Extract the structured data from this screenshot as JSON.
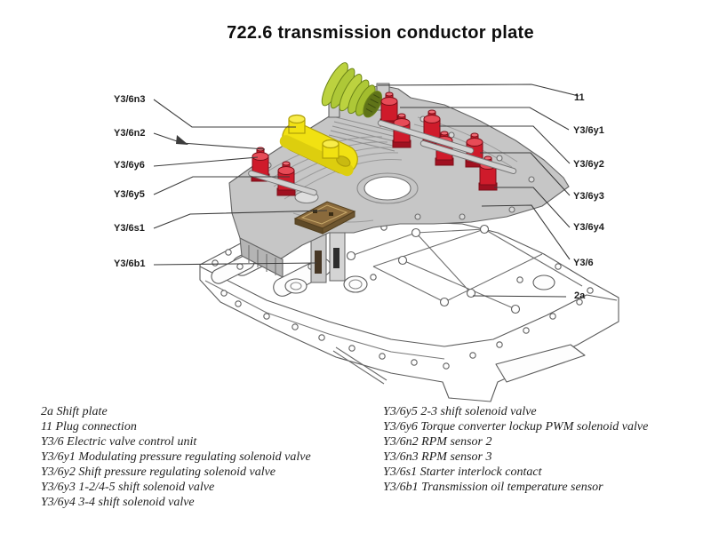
{
  "title": "722.6 transmission conductor plate",
  "colors": {
    "solenoid_red": "#cb1a29",
    "plug_green": "#aec837",
    "sensor_yellow": "#f1e112",
    "contact_brown": "#8a6a3c",
    "plate_gray": "#c6c6c6",
    "leader_line": "#3c3c3c"
  },
  "callouts": {
    "left": [
      {
        "id": "Y3/6n3"
      },
      {
        "id": "Y3/6n2"
      },
      {
        "id": "Y3/6y6"
      },
      {
        "id": "Y3/6y5"
      },
      {
        "id": "Y3/6s1"
      },
      {
        "id": "Y3/6b1"
      }
    ],
    "right": [
      {
        "id": "11"
      },
      {
        "id": "Y3/6y1"
      },
      {
        "id": "Y3/6y2"
      },
      {
        "id": "Y3/6y3"
      },
      {
        "id": "Y3/6y4"
      },
      {
        "id": "Y3/6"
      },
      {
        "id": "2a"
      }
    ]
  },
  "legend": {
    "left": [
      "2a Shift plate",
      "11 Plug connection",
      "Y3/6 Electric valve control unit",
      "Y3/6y1 Modulating pressure regulating solenoid valve",
      "Y3/6y2 Shift pressure regulating solenoid valve",
      "Y3/6y3 1-2/4-5 shift solenoid valve",
      "Y3/6y4 3-4 shift solenoid valve"
    ],
    "right": [
      "Y3/6y5 2-3 shift solenoid valve",
      "Y3/6y6 Torque converter lockup PWM solenoid valve",
      "Y3/6n2 RPM sensor 2",
      "Y3/6n3 RPM sensor 3",
      "Y3/6s1 Starter interlock contact",
      "Y3/6b1 Transmission oil temperature sensor"
    ]
  }
}
